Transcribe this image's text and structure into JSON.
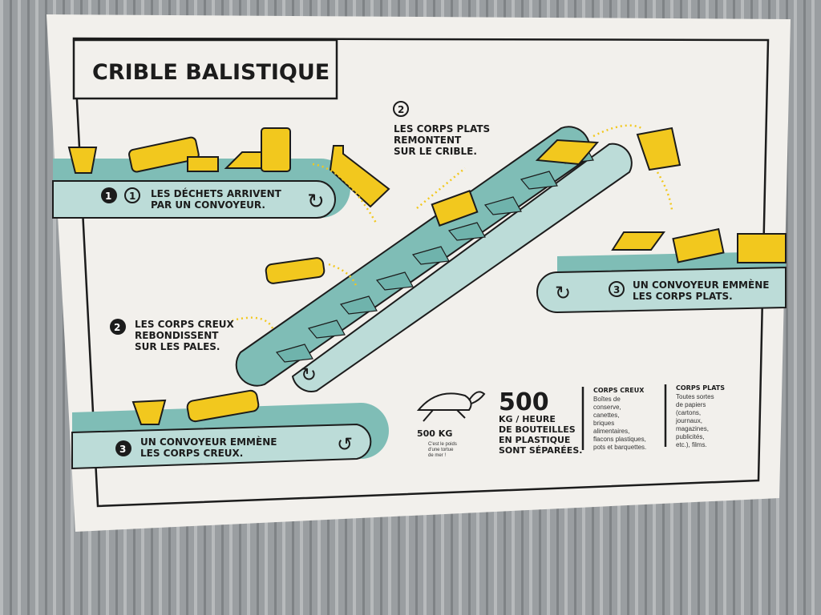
{
  "title": "CRIBLE BALISTIQUE",
  "steps": {
    "step1": {
      "badge": "1",
      "number": "1",
      "line1": "LES DÉCHETS ARRIVENT",
      "line2": "PAR UN CONVOYEUR."
    },
    "step2_flat": {
      "number": "2",
      "line1": "LES CORPS PLATS",
      "line2": "REMONTENT",
      "line3": "SUR LE CRIBLE."
    },
    "step2_hollow": {
      "badge": "2",
      "line1": "LES CORPS CREUX",
      "line2": "REBONDISSENT",
      "line3": "SUR LES PALES."
    },
    "step3_flat": {
      "number": "3",
      "line1": "UN CONVOYEUR EMMÈNE",
      "line2": "LES CORPS PLATS."
    },
    "step3_hollow": {
      "badge": "3",
      "line1": "UN CONVOYEUR EMMÈNE",
      "line2": "LES CORPS CREUX."
    }
  },
  "turtle": {
    "weight": "500 KG",
    "caption1": "C'est le poids",
    "caption2": "d'une tortue",
    "caption3": "de mer !"
  },
  "stat": {
    "value": "500",
    "line1": "KG / HEURE",
    "line2": "DE BOUTEILLES",
    "line3": "EN PLASTIQUE",
    "line4": "SONT SÉPARÉES."
  },
  "hollow_info": {
    "heading": "CORPS CREUX",
    "lines": [
      "Boîtes de",
      "conserve,",
      "canettes,",
      "briques",
      "alimentaires,",
      "flacons plastiques,",
      "pots et barquettes."
    ]
  },
  "flat_info": {
    "heading": "CORPS PLATS",
    "lines": [
      "Toutes sortes",
      "de papiers",
      "(cartons,",
      "journaux,",
      "magazines,",
      "publicités,",
      "etc.), films."
    ]
  },
  "colors": {
    "teal": "#a9d3cf",
    "teal_dark": "#6fb3ac",
    "yellow": "#f2c81e",
    "ink": "#1c1c1c",
    "sign": "#f2f0ec"
  }
}
